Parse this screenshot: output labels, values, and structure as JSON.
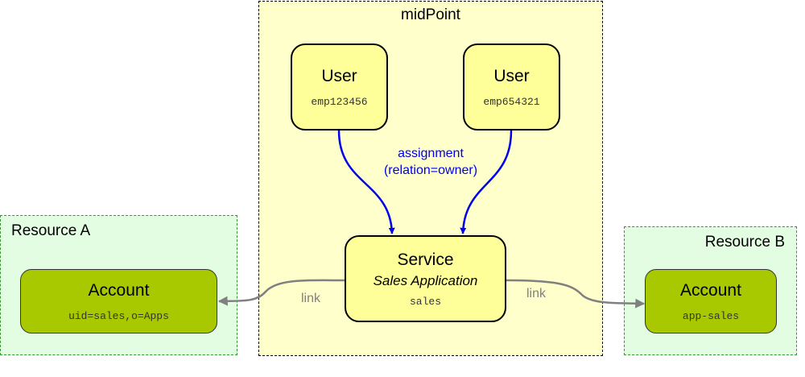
{
  "clusters": {
    "midpoint": {
      "label": "midPoint"
    },
    "resource_a": {
      "label": "Resource A"
    },
    "resource_b": {
      "label": "Resource B"
    }
  },
  "nodes": {
    "user1": {
      "title": "User",
      "id": "emp123456"
    },
    "user2": {
      "title": "User",
      "id": "emp654321"
    },
    "service": {
      "title": "Service",
      "name": "Sales Application",
      "id": "sales"
    },
    "account_a": {
      "title": "Account",
      "id": "uid=sales,o=Apps"
    },
    "account_b": {
      "title": "Account",
      "id": "app-sales"
    }
  },
  "edges": {
    "assignment": {
      "label_line1": "assignment",
      "label_line2": "(relation=owner)"
    },
    "link_a": {
      "label": "link"
    },
    "link_b": {
      "label": "link"
    }
  },
  "colors": {
    "midpoint_fill": "#ffffcc",
    "resource_fill": "#e2fde2",
    "user_node_fill": "#ffff99",
    "account_node_fill": "#a8c800",
    "assignment_edge": "#0000ee",
    "link_edge": "#808080"
  }
}
